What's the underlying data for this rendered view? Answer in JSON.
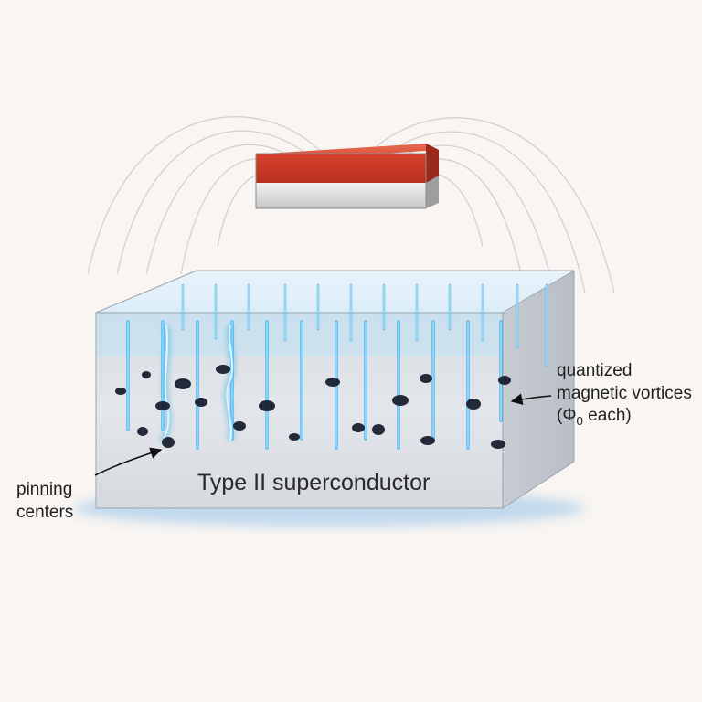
{
  "labels": {
    "superconductor": "Type II superconductor",
    "vortices_line1": "quantized",
    "vortices_line2": "magnetic vortices",
    "vortices_line3_open": "(Φ",
    "vortices_line3_sub": "0",
    "vortices_line3_close": " each)",
    "pinning_line1": "pinning",
    "pinning_line2": "centers"
  },
  "colors": {
    "background": "#f8f5f2",
    "magnet_north": "#d43a28",
    "magnet_south": "#dcdcdc",
    "vortex": "#3fb4f0",
    "pinning_center": "#141a2a",
    "field_lines": "#c8c8c8"
  }
}
